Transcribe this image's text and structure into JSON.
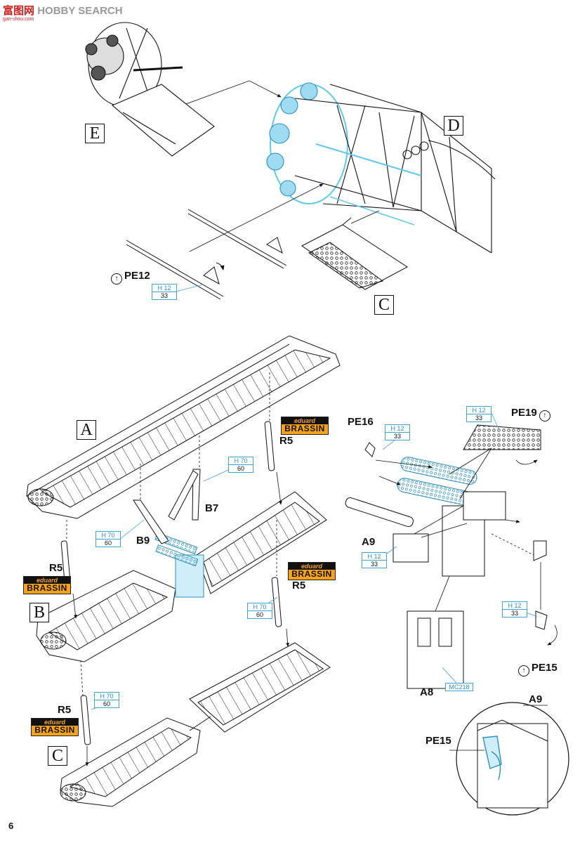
{
  "watermark": {
    "brand": "富图网",
    "site": "HOBBY SEARCH",
    "url": "gan-shou.com"
  },
  "page_number": "6",
  "box_labels": {
    "E": "E",
    "D": "D",
    "C1": "C",
    "A": "A",
    "B": "B",
    "C2": "C"
  },
  "parts": {
    "R5a": "R5",
    "R5b": "R5",
    "R5c": "R5",
    "R5d": "R5",
    "B7": "B7",
    "B9": "B9",
    "A9": "A9",
    "A8": "A8",
    "A9_detail": "A9"
  },
  "photo_etch": {
    "PE12": "PE12",
    "PE16": "PE16",
    "PE19": "PE19",
    "PE15": "PE15",
    "PE15_detail": "PE15"
  },
  "paints": {
    "h12_a": {
      "code": "H 12",
      "num": "33"
    },
    "h12_b": {
      "code": "H 12",
      "num": "33"
    },
    "h12_c": {
      "code": "H 12",
      "num": "33"
    },
    "h12_d": {
      "code": "H 12",
      "num": "33"
    },
    "h12_e": {
      "code": "H 12",
      "num": "33"
    },
    "h70_a": {
      "code": "H 70",
      "num": "60"
    },
    "h70_b": {
      "code": "H 70",
      "num": "60"
    },
    "h70_c": {
      "code": "H 70",
      "num": "60"
    },
    "h70_d": {
      "code": "H 70",
      "num": "60"
    },
    "mc218": {
      "code": "MC218"
    }
  },
  "brassin": {
    "top": "eduard",
    "bottom": "BRASSIN"
  },
  "colors": {
    "highlight": "#5fc8ee",
    "brassin": "#f6a21a",
    "paint_border": "#3aa7d8"
  }
}
